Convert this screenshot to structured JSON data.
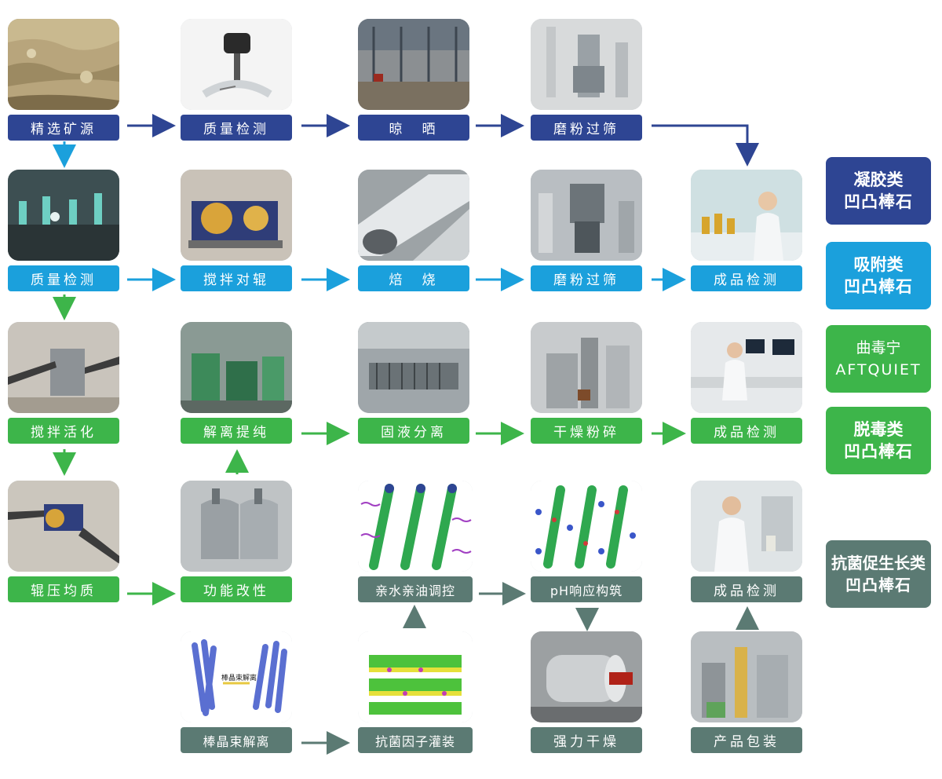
{
  "colors": {
    "navy": "#2e4593",
    "sky": "#1ba0dc",
    "green": "#3db54a",
    "slate": "#5b7a73"
  },
  "row1": [
    {
      "label": "精选矿源",
      "icon": "rock-photo"
    },
    {
      "label": "质量检测",
      "icon": "viscometer-photo"
    },
    {
      "label": "晾　晒",
      "icon": "drying-shed-photo"
    },
    {
      "label": "磨粉过筛",
      "icon": "mill-photo"
    }
  ],
  "row2": [
    {
      "label": "质量检测",
      "icon": "lab-glassware-photo"
    },
    {
      "label": "搅拌对辊",
      "icon": "roller-machine-photo"
    },
    {
      "label": "焙　烧",
      "icon": "kiln-tube-photo"
    },
    {
      "label": "磨粉过筛",
      "icon": "mill-photo"
    },
    {
      "label": "成品检测",
      "icon": "lab-technician-photo"
    }
  ],
  "row3": [
    {
      "label": "搅拌活化",
      "icon": "conveyor-photo"
    },
    {
      "label": "解离提纯",
      "icon": "pump-station-photo"
    },
    {
      "label": "固液分离",
      "icon": "filter-press-photo"
    },
    {
      "label": "干燥粉碎",
      "icon": "dryer-tower-photo"
    },
    {
      "label": "成品检测",
      "icon": "computer-lab-photo"
    }
  ],
  "row4": [
    {
      "label": "辊压均质",
      "icon": "roller-press-photo"
    },
    {
      "label": "功能改性",
      "icon": "reactor-tank-photo"
    },
    {
      "label": "亲水亲油调控",
      "icon": "molecule-rods-illustration"
    },
    {
      "label": "pH响应构筑",
      "icon": "molecule-rods-illustration"
    },
    {
      "label": "成品检测",
      "icon": "lab-scientist-photo"
    }
  ],
  "row5": [
    {
      "label": "棒晶束解离",
      "icon": "rod-crystal-illustration",
      "inner_caption": "棒晶束解离"
    },
    {
      "label": "抗菌因子灌装",
      "icon": "layered-structure-illustration"
    },
    {
      "label": "强力干燥",
      "icon": "rotary-dryer-photo"
    },
    {
      "label": "产品包装",
      "icon": "packaging-plant-photo"
    }
  ],
  "categories": [
    {
      "line1": "凝胶类",
      "line2": "凹凸棒石",
      "color": "#2e4593"
    },
    {
      "line1": "吸附类",
      "line2": "凹凸棒石",
      "color": "#1ba0dc"
    },
    {
      "line1": "曲毒宁",
      "line2": "AFTQUIET",
      "color": "#3db54a"
    },
    {
      "line1": "脱毒类",
      "line2": "凹凸棒石",
      "color": "#3db54a"
    },
    {
      "line1": "抗菌促生长类",
      "line2": "凹凸棒石",
      "color": "#5b7a73"
    }
  ]
}
